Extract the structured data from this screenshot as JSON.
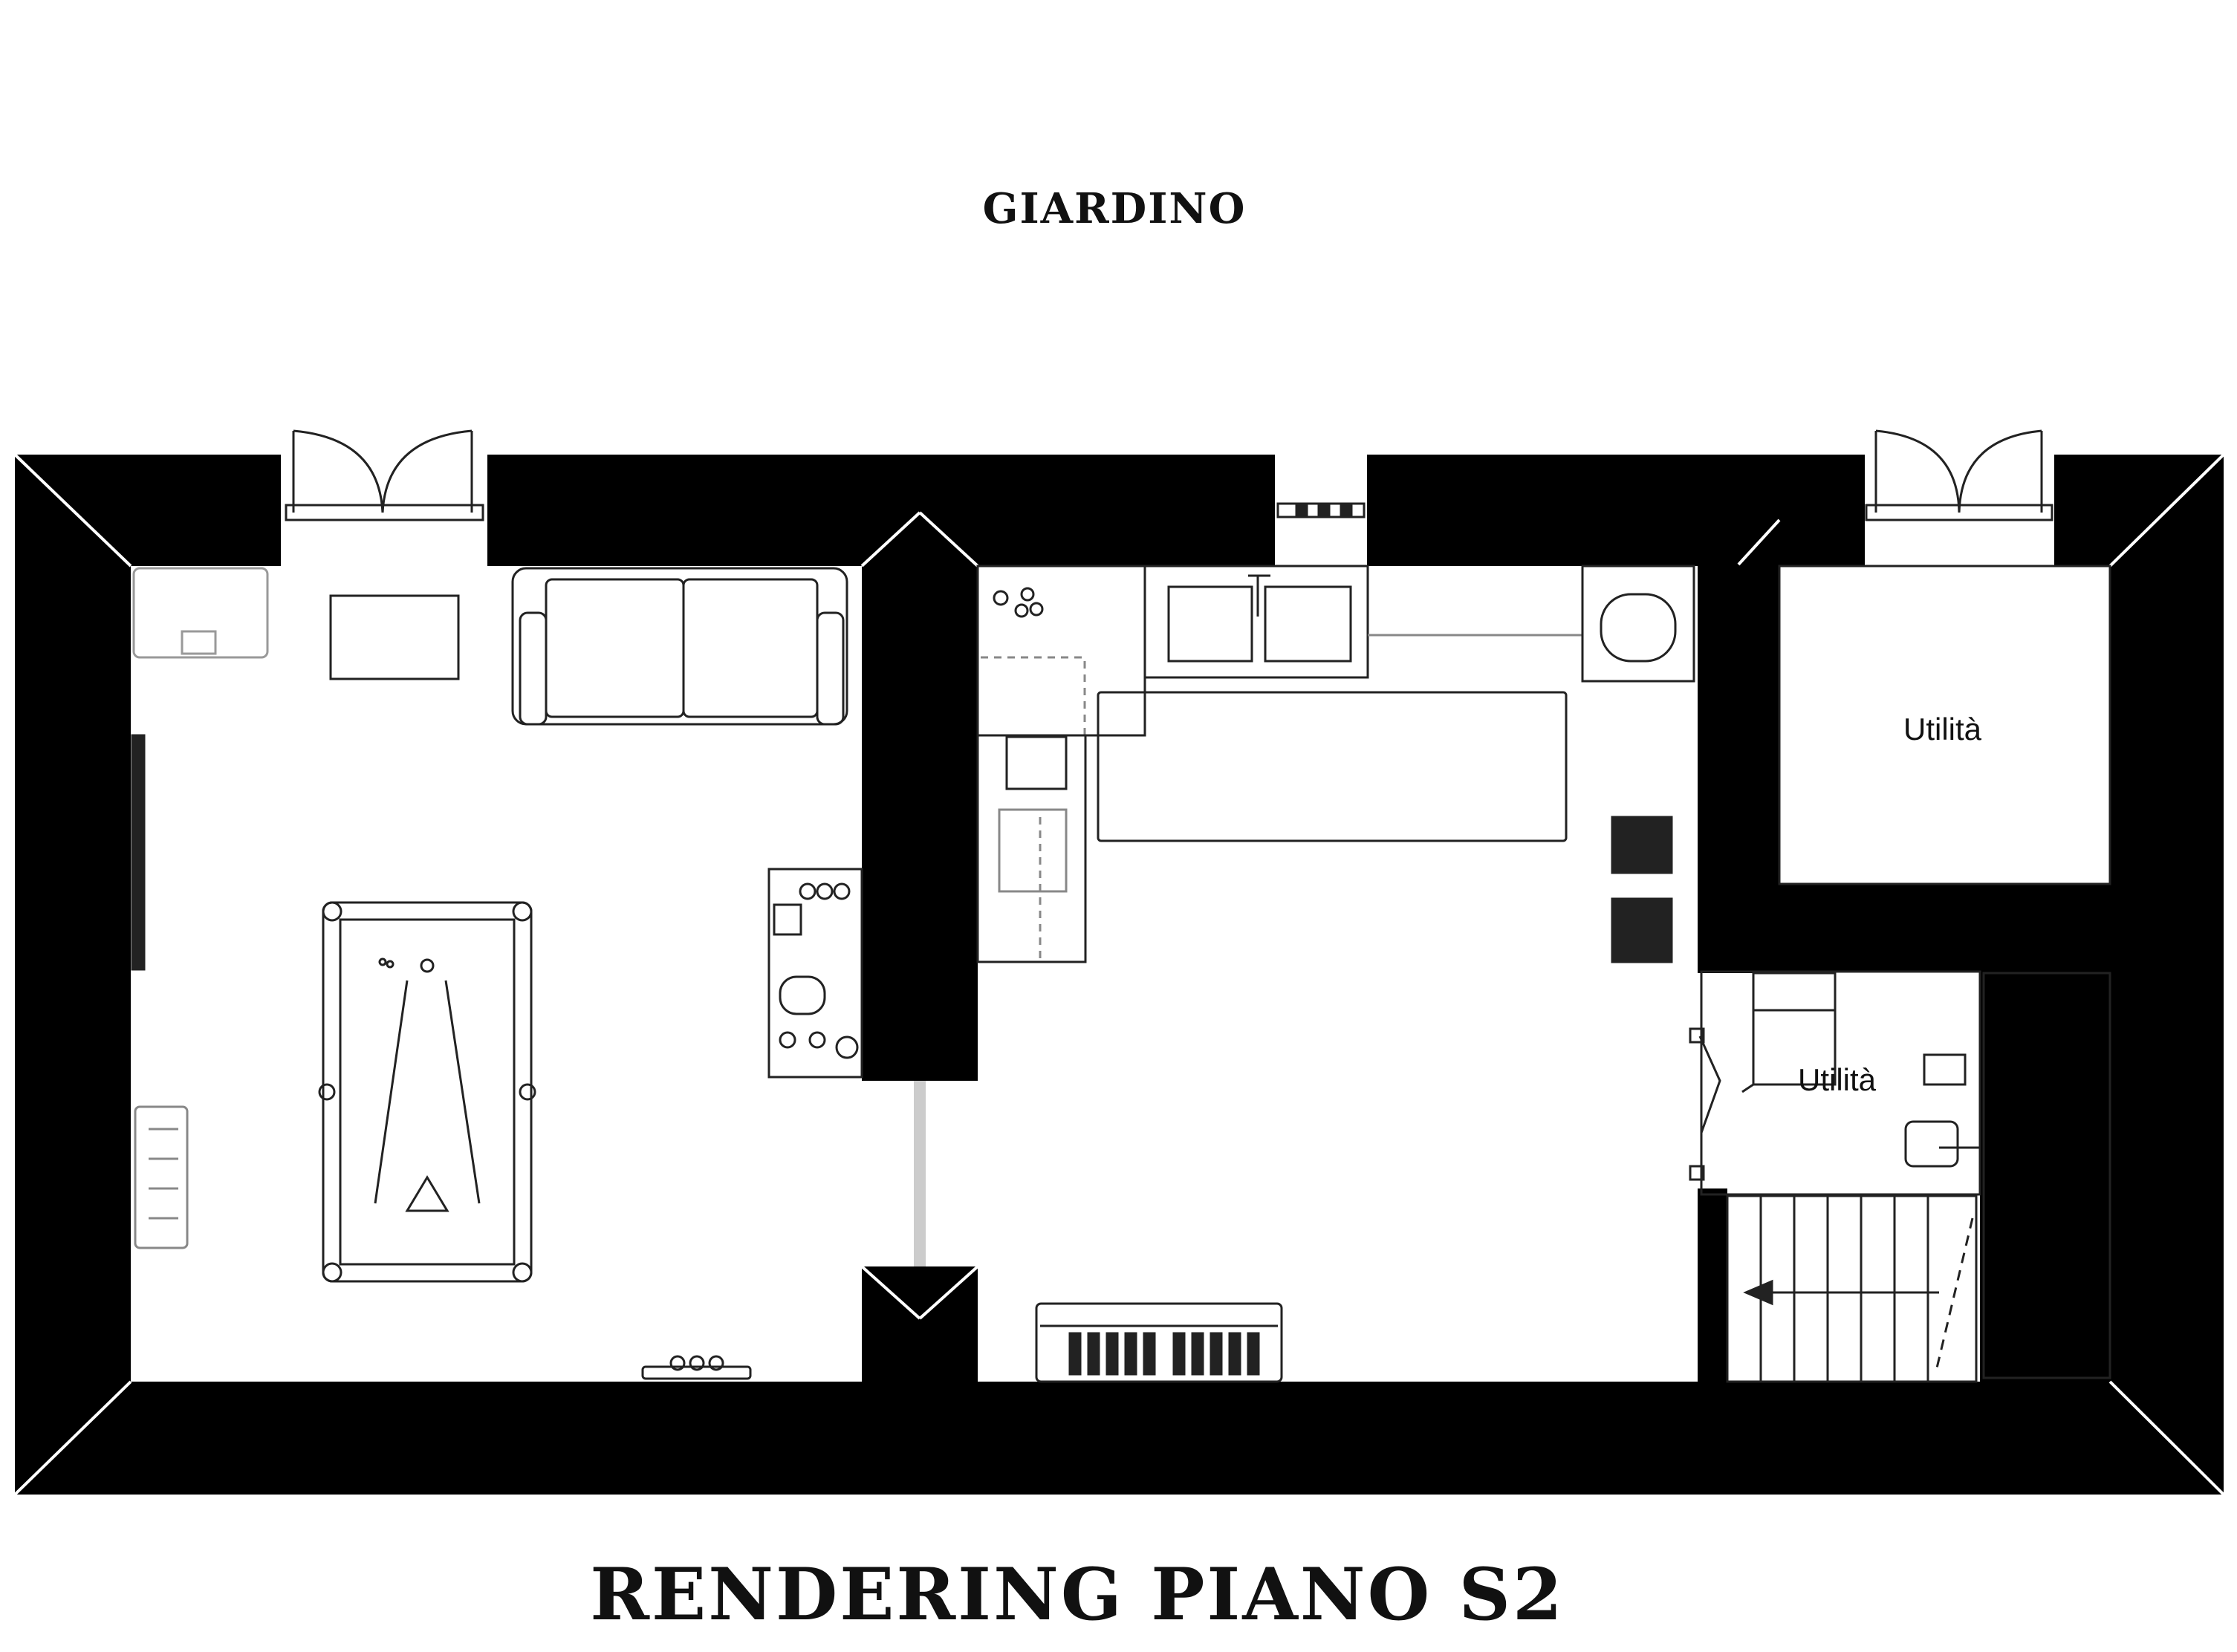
{
  "labels": {
    "garden": "GIARDINO",
    "plan_title": "RENDERING PIANO S2",
    "room_utility_1": "Utilità",
    "room_utility_2": "Utilità"
  },
  "colors": {
    "wall": "#000000",
    "line": "#222222",
    "background": "#ffffff",
    "partition": "#cccccc"
  }
}
